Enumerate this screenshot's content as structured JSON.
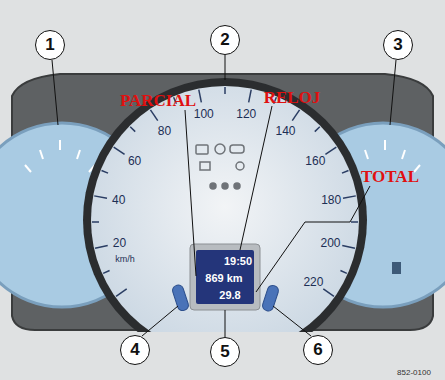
{
  "diagram": {
    "labels": [
      "1",
      "2",
      "3",
      "PARCIAL",
      "RELOJ",
      "TOTAL",
      "20",
      "40",
      "60",
      "80",
      "100",
      "120",
      "140",
      "160",
      "180",
      "200",
      "220",
      "km/h",
      "19:50",
      "869 km",
      "29.8",
      "4",
      "5",
      "6",
      "852-0100"
    ]
  }
}
